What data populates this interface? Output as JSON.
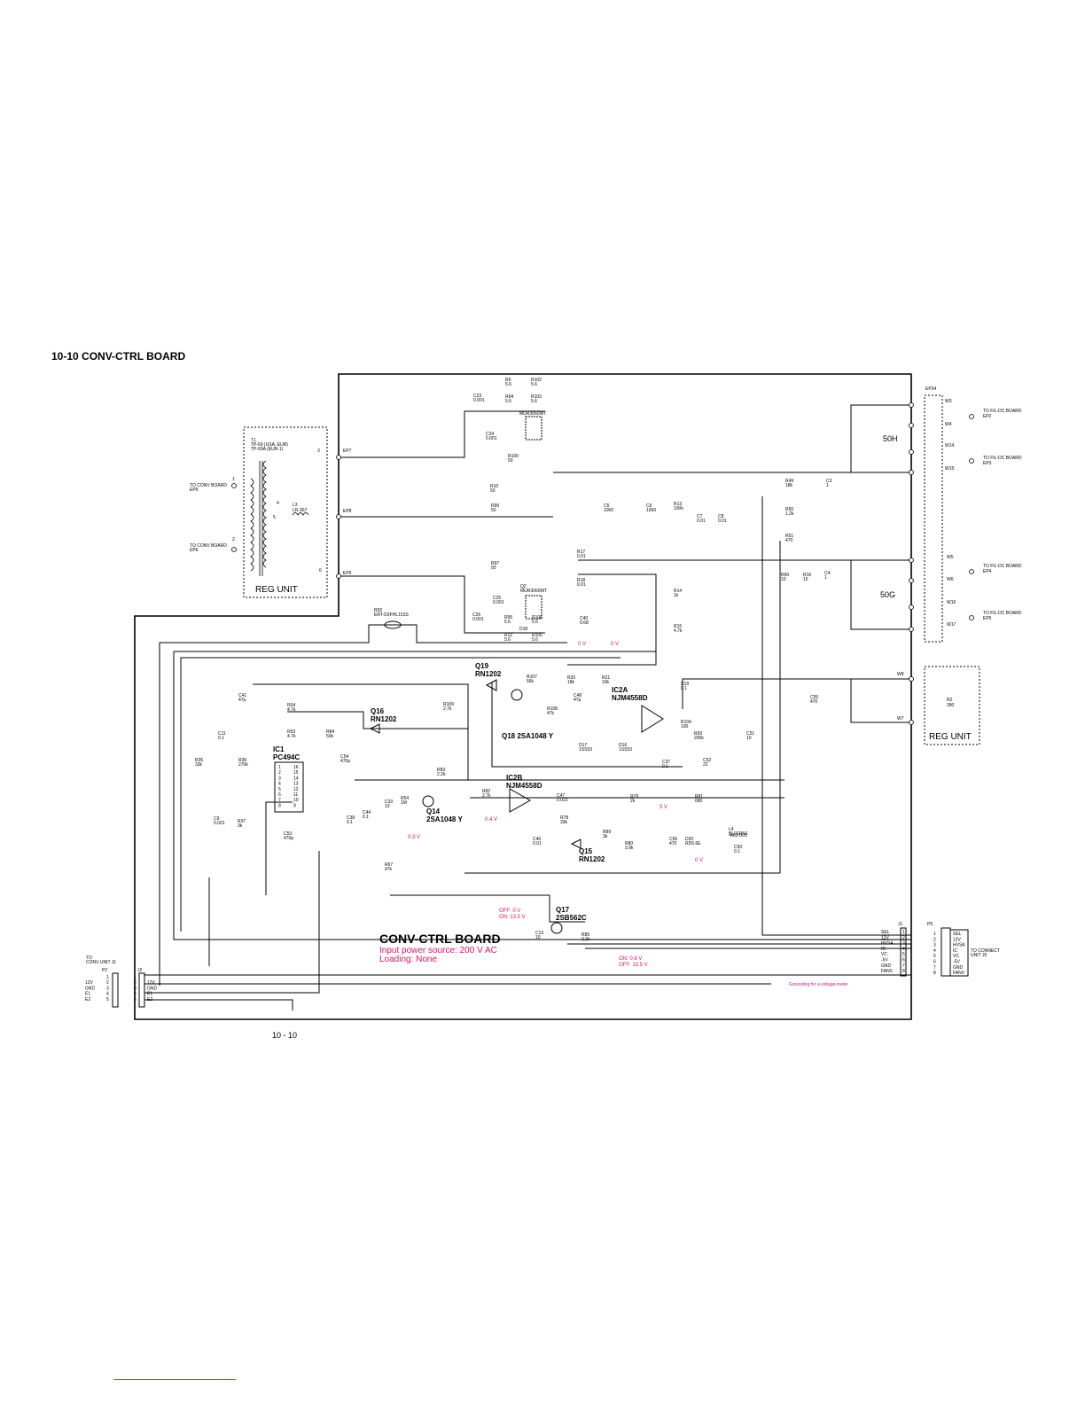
{
  "page": {
    "section_title": "10-10  CONV-CTRL BOARD",
    "page_number": "10 - 10"
  },
  "board": {
    "title": "CONV-CTRL BOARD",
    "subtitle_power": "Input power source: 200 V AC",
    "subtitle_loading": "Loading: None"
  },
  "colors": {
    "line": "#000000",
    "annotation": "#d1166d",
    "footer_rule": "#3355cc"
  },
  "transformer": {
    "name": "T1",
    "part": "TP-69 (USA, EUR)",
    "part2": "TP-69A (EUR-1)",
    "block_label": "REG UNIT",
    "inductor": "L3",
    "inductor_part": "LR-367",
    "ep7": "EP7",
    "ep8": "EP8",
    "ep9": "EP9",
    "pin1": "1",
    "pin2": "2",
    "pin3": "3",
    "pin4": "4",
    "pin5": "5",
    "pin6": "6",
    "to_ep5": "TO CONV BOARD",
    "to_ep5_b": "EP5",
    "to_ep6": "TO CONV BOARD",
    "to_ep6_b": "EP6"
  },
  "reg_unit_right": {
    "label": "REG UNIT",
    "r2": "R2",
    "r2v": "390"
  },
  "ep34": "EP34",
  "fil_connections": [
    {
      "w_top": "W3",
      "w_bot": "W4",
      "to": "TO FIL-DC BOARD",
      "ep": "EP2"
    },
    {
      "w_top": "W14",
      "w_bot": "W15",
      "to": "TO FIL-DC BOARD",
      "ep": "EP3"
    },
    {
      "w_top": "W5",
      "w_bot": "W6",
      "to": "TO FIL-DC BOARD",
      "ep": "EP4"
    },
    {
      "w_top": "W16",
      "w_bot": "W17",
      "to": "TO FIL-DC BOARD",
      "ep": "EP5"
    }
  ],
  "block_labels": {
    "b50h": "50H",
    "b50g": "50G",
    "w8": "W8",
    "w7": "W7"
  },
  "components": [
    {
      "ref": "R9",
      "val": "5.6"
    },
    {
      "ref": "R102",
      "val": "5.6"
    },
    {
      "ref": "R94",
      "val": "5.6"
    },
    {
      "ref": "R103",
      "val": "5.6"
    },
    {
      "ref": "C23",
      "val": "0.001"
    },
    {
      "ref": "C24",
      "val": "0.001"
    },
    {
      "ref": "R100",
      "val": "50"
    },
    {
      "ref": "R10",
      "val": "50"
    },
    {
      "ref": "R99",
      "val": "50"
    },
    {
      "ref": "R97",
      "val": "50"
    },
    {
      "ref": "C25",
      "val": "0.001"
    },
    {
      "ref": "C26",
      "val": "0.001"
    },
    {
      "ref": "R95",
      "val": "5.6"
    },
    {
      "ref": "R106",
      "val": "5.6"
    },
    {
      "ref": "R12",
      "val": "5.6"
    },
    {
      "ref": "R105",
      "val": "5.6"
    },
    {
      "ref": "C5",
      "val": "1000"
    },
    {
      "ref": "C6",
      "val": "1000"
    },
    {
      "ref": "R13",
      "val": "100k"
    },
    {
      "ref": "C7",
      "val": "0.01"
    },
    {
      "ref": "C8",
      "val": "0.01"
    },
    {
      "ref": "R49",
      "val": "18k"
    },
    {
      "ref": "C3",
      "val": "1"
    },
    {
      "ref": "R50",
      "val": "1.2k"
    },
    {
      "ref": "R51",
      "val": "470"
    },
    {
      "ref": "R17",
      "val": "0.01"
    },
    {
      "ref": "R18",
      "val": "0.01"
    },
    {
      "ref": "R14",
      "val": "1k"
    },
    {
      "ref": "R15",
      "val": "4.7k"
    },
    {
      "ref": "R60",
      "val": "10"
    },
    {
      "ref": "R16",
      "val": "10"
    },
    {
      "ref": "C4",
      "val": "1"
    },
    {
      "ref": "C40",
      "val": "0.68"
    },
    {
      "ref": "R107",
      "val": "56k"
    },
    {
      "ref": "R20",
      "val": "18k"
    },
    {
      "ref": "R21",
      "val": "10k"
    },
    {
      "ref": "C48",
      "val": "47p"
    },
    {
      "ref": "C19",
      "val": "0.1"
    },
    {
      "ref": "C55",
      "val": "470"
    },
    {
      "ref": "R108",
      "val": "47k"
    },
    {
      "ref": "R104",
      "val": "100"
    },
    {
      "ref": "R93",
      "val": "200k"
    },
    {
      "ref": "C51",
      "val": "10"
    },
    {
      "ref": "D17",
      "val": "1SS53"
    },
    {
      "ref": "D16",
      "val": "1SS53"
    },
    {
      "ref": "C37",
      "val": "0.1"
    },
    {
      "ref": "C52",
      "val": "22"
    },
    {
      "ref": "C41",
      "val": "47p"
    },
    {
      "ref": "R04",
      "val": "4.7k"
    },
    {
      "ref": "R53",
      "val": "4.7k"
    },
    {
      "ref": "R84",
      "val": "50k"
    },
    {
      "ref": "R109",
      "val": "2.7k"
    },
    {
      "ref": "C11",
      "val": "0.1"
    },
    {
      "ref": "R35",
      "val": "33k"
    },
    {
      "ref": "R36",
      "val": "270k"
    },
    {
      "ref": "C54",
      "val": "470p"
    },
    {
      "ref": "R83",
      "val": "2.2k"
    },
    {
      "ref": "R82",
      "val": "2.7k"
    },
    {
      "ref": "C47",
      "val": "0.022"
    },
    {
      "ref": "R79",
      "val": "2k"
    },
    {
      "ref": "R81",
      "val": "680"
    },
    {
      "ref": "C9",
      "val": "0.001"
    },
    {
      "ref": "R37",
      "val": "3k"
    },
    {
      "ref": "C44",
      "val": "0.1"
    },
    {
      "ref": "C38",
      "val": "0.1"
    },
    {
      "ref": "C33",
      "val": "10"
    },
    {
      "ref": "R54",
      "val": "1M"
    },
    {
      "ref": "C53",
      "val": "470p"
    },
    {
      "ref": "R78",
      "val": "33k"
    },
    {
      "ref": "R89",
      "val": "3k"
    },
    {
      "ref": "R80",
      "val": "3.9k"
    },
    {
      "ref": "C46",
      "val": "0.01"
    },
    {
      "ref": "C56",
      "val": "470"
    },
    {
      "ref": "D20",
      "val": "RD5.6E"
    },
    {
      "ref": "L4",
      "val": "BL01RN1"
    },
    {
      "ref": "C50",
      "val": "0.1"
    },
    {
      "ref": "R67",
      "val": "47k"
    },
    {
      "ref": "C13",
      "val": "10"
    },
    {
      "ref": "R85",
      "val": "2.2k"
    },
    {
      "ref": "R92",
      "val": "ERT-D2FHL153S"
    }
  ],
  "extra_labels": {
    "q1_part": "MUR3060WT",
    "q2_ref": "Q2",
    "q2_part": "MUR3060WT",
    "l4_part": "-A62-001",
    "ic1_ref": "IC1",
    "ic1_part": "PC494C",
    "ic2a_ref": "IC2A",
    "ic2a_part": "NJM4558D",
    "ic2b_ref": "IC2B",
    "ic2b_part": "NJM4558D",
    "q19_ref": "Q19",
    "q19_part": "RN1202",
    "q16_ref": "Q16",
    "q16_part": "RN1202",
    "q18_label": "Q18  2SA1048 Y",
    "q14_ref": "Q14",
    "q14_part": "2SA1048 Y",
    "q15_ref": "Q15",
    "q15_part": "RN1202",
    "q17_ref": "Q17",
    "q17_part": "2SB562C",
    "d_ref": "D18",
    "gnd_note": "Grounding for a voltage-meter."
  },
  "voltages": {
    "v1": "0 V",
    "v2": "0 V",
    "v3": "0.3 V",
    "v4": "0.4 V",
    "v5": "5 V",
    "v6": "0 V",
    "off_on_a": "OFF: 0 V",
    "off_on_b": "ON: 13.5 V",
    "on_off_a": "ON: 0.6 V",
    "on_off_b": "OFF: 13.5 V"
  },
  "connector_j1": {
    "ref": "J1",
    "signals": [
      "SEL",
      "12V",
      "HVSA",
      "IC",
      "VC",
      "-5V",
      "GND",
      "FANV"
    ],
    "pins": [
      "1",
      "2",
      "3",
      "4",
      "5",
      "6",
      "7",
      "8"
    ]
  },
  "connector_p5": {
    "ref": "P5",
    "signals": [
      "SEL",
      "12V",
      "HVSA",
      "IC",
      "VC",
      "-5V",
      "GND",
      "FANV"
    ],
    "pins": [
      "1",
      "2",
      "3",
      "4",
      "5",
      "6",
      "7",
      "8"
    ],
    "to": "TO CONNECT",
    "to_b": "UNIT J5"
  },
  "connector_p2": {
    "ref": "P2",
    "to": "TO",
    "to_b": "CONV UNIT J1",
    "signals": [
      "",
      "12V",
      "GND",
      "E1",
      "E2"
    ],
    "pins": [
      "1",
      "2",
      "3",
      "4",
      "5"
    ]
  },
  "connector_j2": {
    "ref": "J2",
    "signals": [
      "",
      "12V",
      "GND",
      "E1",
      "E2"
    ],
    "pins": [
      "1",
      "2",
      "3",
      "4",
      "5"
    ]
  },
  "ic1_pins": [
    "1",
    "2",
    "3",
    "4",
    "5",
    "6",
    "7",
    "8",
    "16",
    "15",
    "14",
    "13",
    "12",
    "11",
    "10",
    "9"
  ]
}
